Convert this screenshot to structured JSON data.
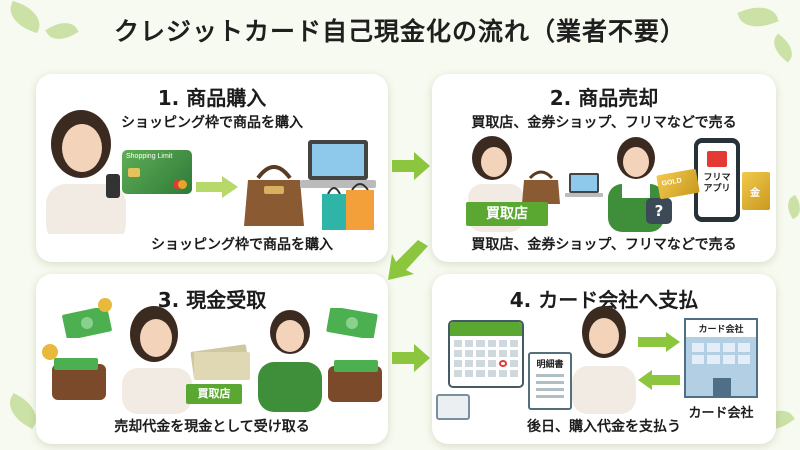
{
  "title": "クレジットカード自己現金化の流れ（業者不要）",
  "steps": [
    {
      "title": "1. 商品購入",
      "subtitle": "ショッピング枠で商品を購入",
      "caption": "ショッピング枠で商品を購入",
      "card_text": "Shopping Limit"
    },
    {
      "title": "2. 商品売却",
      "subtitle": "買取店、金券ショップ、フリマなどで売る",
      "caption": "買取店、金券ショップ、フリマなどで売る",
      "shop_sign": "買取店",
      "app_label": "フリマ\nアプリ",
      "gold_label": "GOLD",
      "gift_label": "金"
    },
    {
      "title": "3. 現金受取",
      "caption": "売却代金を現金として受け取る",
      "shop_sign": "買取店"
    },
    {
      "title": "4. カード会社へ支払",
      "caption": "後日、購入代金を支払う",
      "statement_label": "明細書",
      "company_sign": "カード会社",
      "company_label": "カード会社"
    }
  ],
  "colors": {
    "accent_green": "#5aa832",
    "arrow_green": "#8cc63f",
    "leaf": "#a7cc6a"
  }
}
